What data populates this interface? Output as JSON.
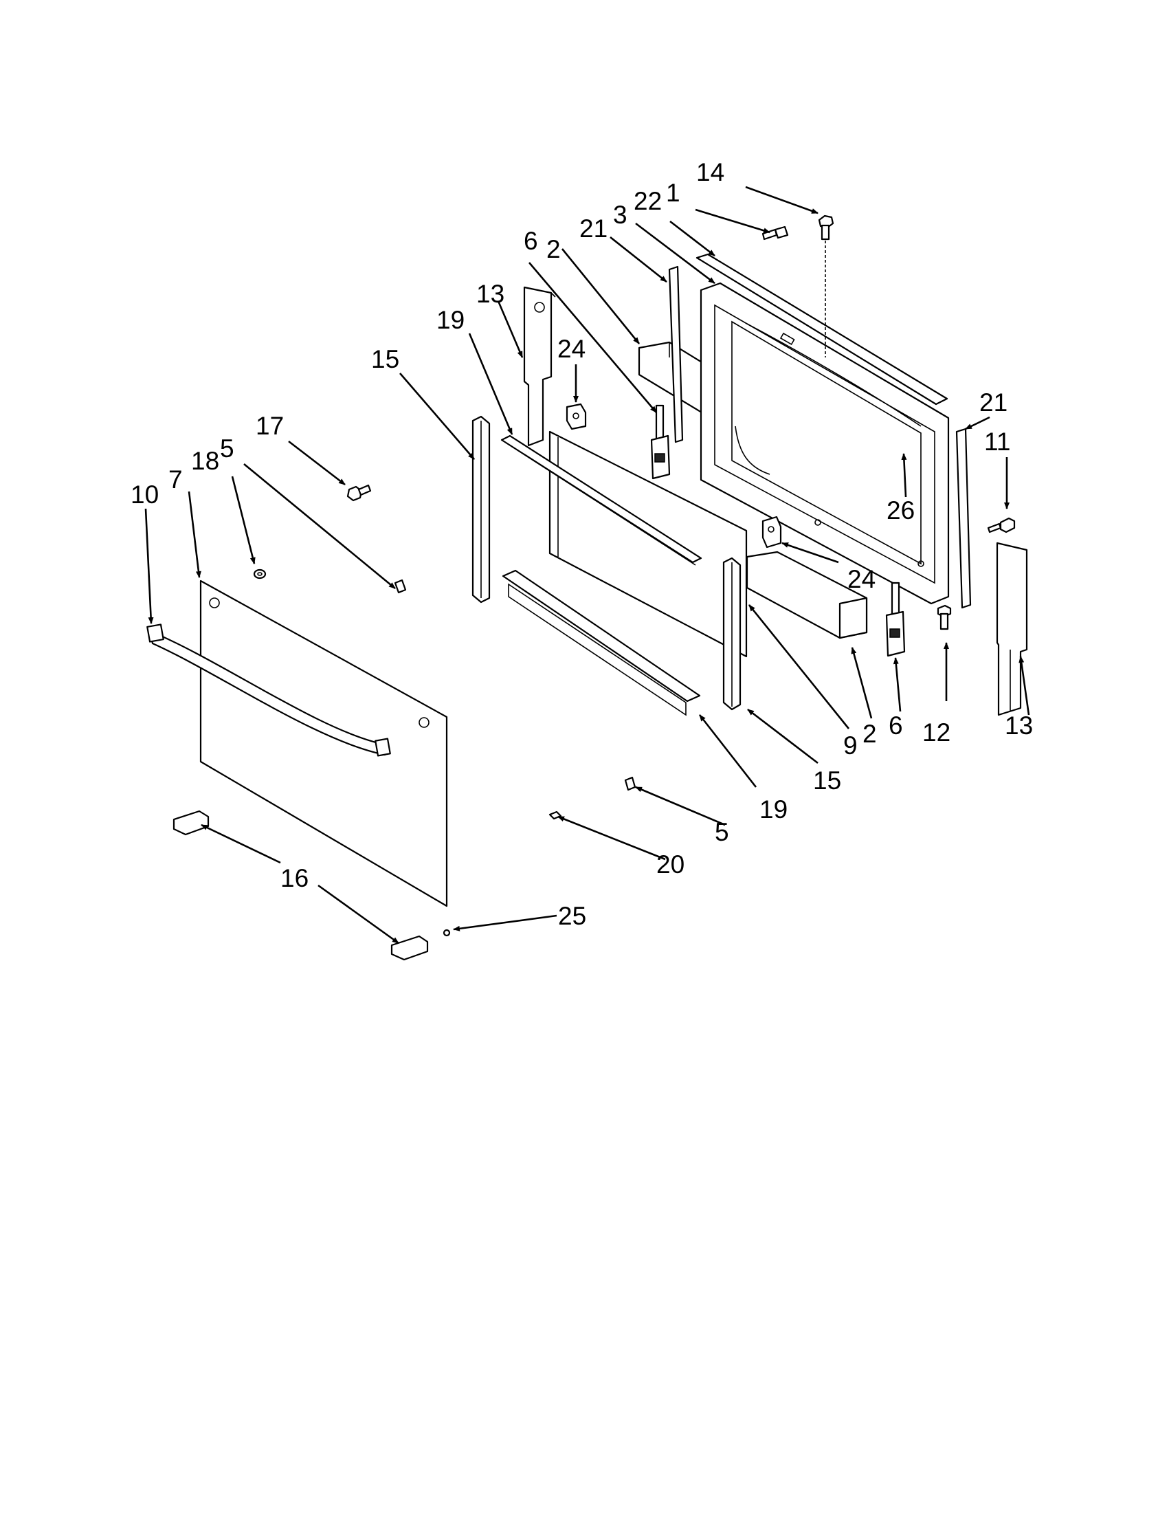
{
  "diagram": {
    "callouts": [
      "14",
      "22",
      "1",
      "3",
      "21",
      "6",
      "2",
      "13",
      "19",
      "24",
      "15",
      "17",
      "18",
      "5",
      "7",
      "10",
      "21",
      "11",
      "26",
      "24",
      "6",
      "12",
      "13",
      "2",
      "9",
      "15",
      "19",
      "5",
      "20",
      "16",
      "25"
    ]
  }
}
